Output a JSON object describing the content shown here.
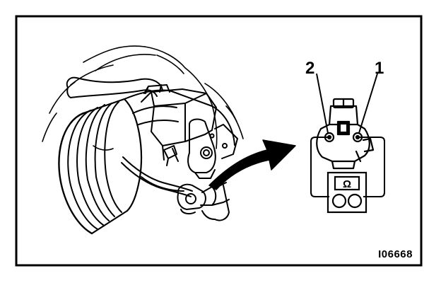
{
  "figure": {
    "id_label": "I06668",
    "callouts": {
      "terminal_2": "2",
      "terminal_1": "1"
    },
    "meter": {
      "symbol": "Ω"
    },
    "colors": {
      "ink": "#000000",
      "paper": "#ffffff"
    }
  }
}
